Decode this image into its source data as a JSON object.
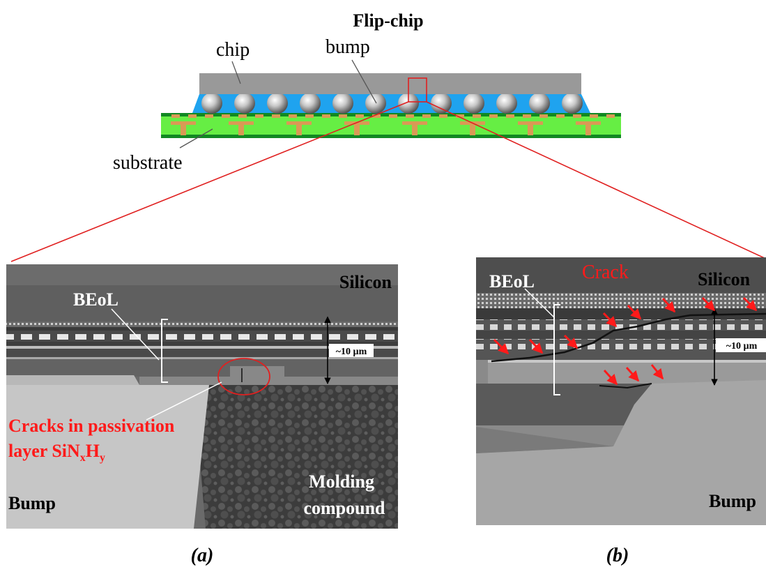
{
  "schematic": {
    "title": "Flip-chip",
    "chip_label": "chip",
    "bump_label": "bump",
    "substrate_label": "substrate"
  },
  "panel_a": {
    "silicon": "Silicon",
    "beol": "BEoL",
    "thickness": "~10 µm",
    "crack_line1": "Cracks in passivation",
    "crack_line2_main": "layer SiN",
    "crack_sub_x": "x",
    "crack_h": "H",
    "crack_sub_y": "y",
    "molding1": "Molding",
    "molding2": "compound",
    "bump": "Bump",
    "caption": "(a)"
  },
  "panel_b": {
    "beol": "BEoL",
    "crack": "Crack",
    "silicon": "Silicon",
    "thickness": "~10 µm",
    "bump": "Bump",
    "caption": "(b)"
  },
  "colors": {
    "chip": "#999999",
    "underfill": "#1fa3ef",
    "substrate": "#66ee44",
    "substrate_edge": "#118822",
    "copper": "#d99a55",
    "callout": "#e02020",
    "crack_text": "#ff1a1a"
  }
}
